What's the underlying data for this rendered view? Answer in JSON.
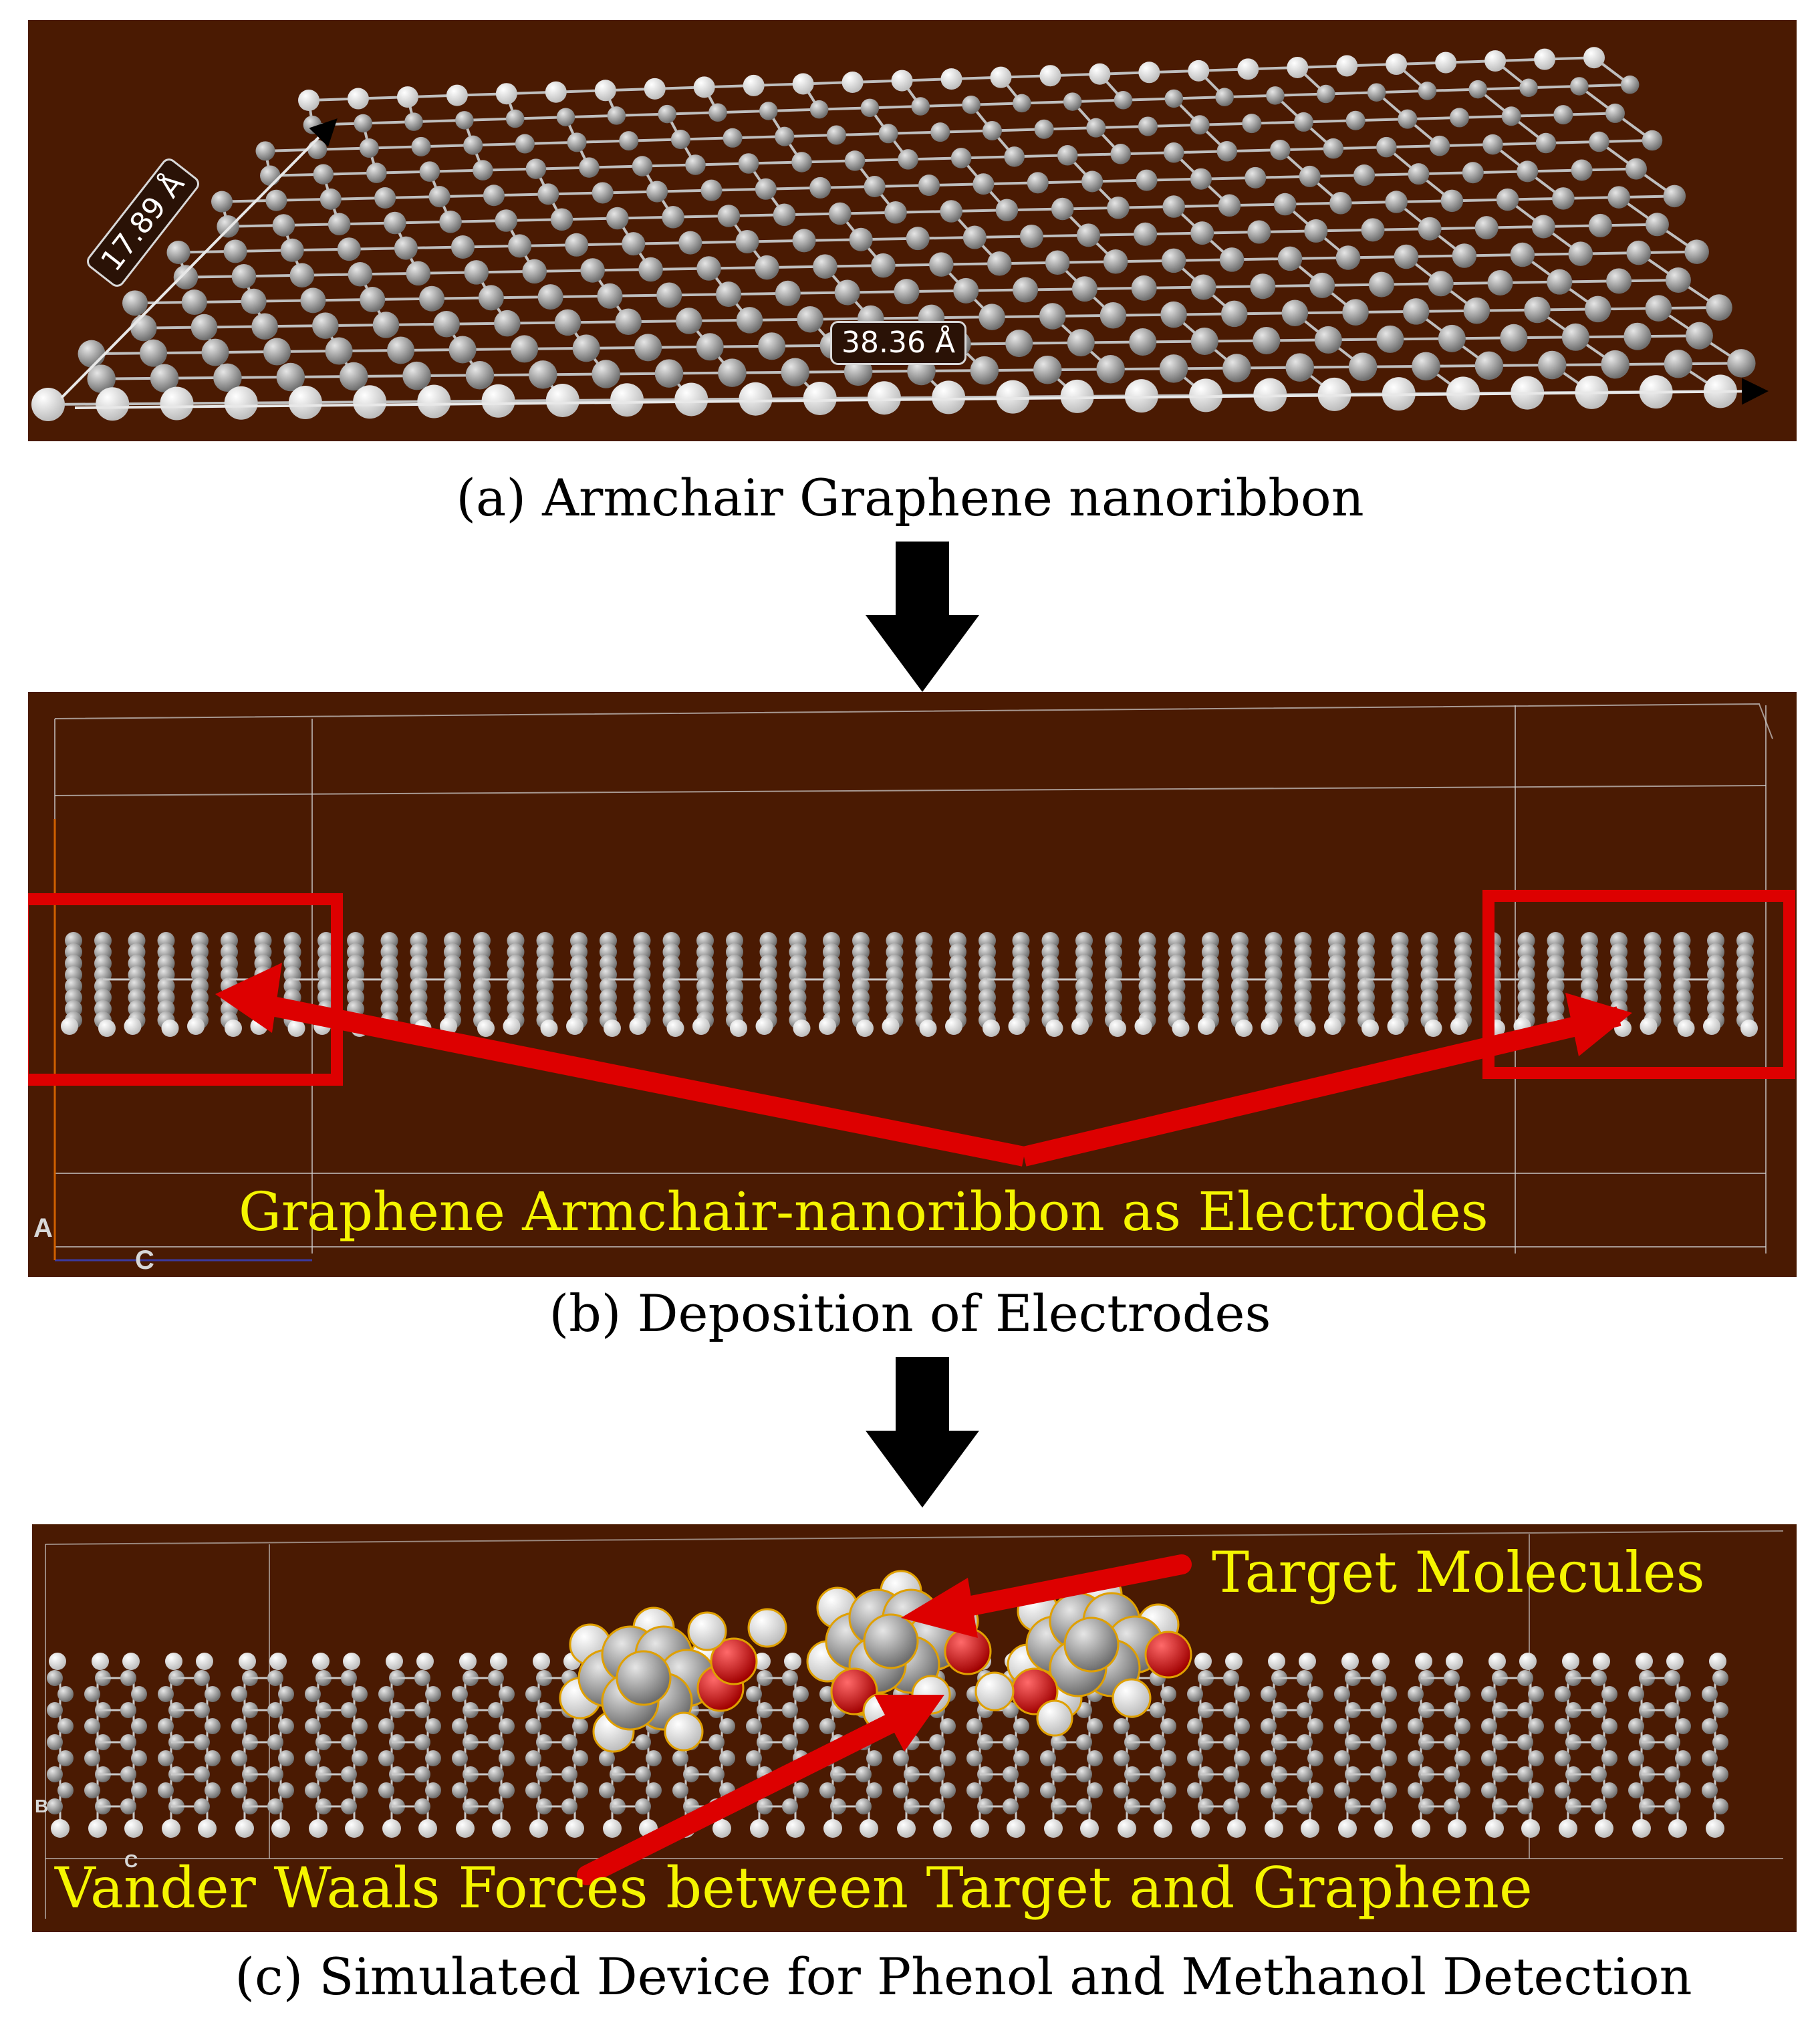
{
  "panel_a": {
    "caption": "(a) Armchair Graphene nanoribbon",
    "width_label": "17.89 Å",
    "length_label": "38.36 Å"
  },
  "panel_b": {
    "caption": "(b) Deposition of Electrodes",
    "annotation": "Graphene Armchair-nanoribbon as Electrodes",
    "axis_a": "A",
    "axis_c": "C"
  },
  "panel_c": {
    "caption": "(c) Simulated Device for Phenol and Methanol Detection",
    "target_label": "Target Molecules",
    "vdw_label": "Vander Waals Forces between Target and Graphene",
    "axis_b": "B",
    "axis_c": "C"
  },
  "colors": {
    "background": "#4a1a02",
    "carbon": "#a9a9a9",
    "hydrogen": "#ffffff",
    "oxygen": "#e01010",
    "annotation": "#f5f500",
    "highlight": "#dd0000"
  }
}
